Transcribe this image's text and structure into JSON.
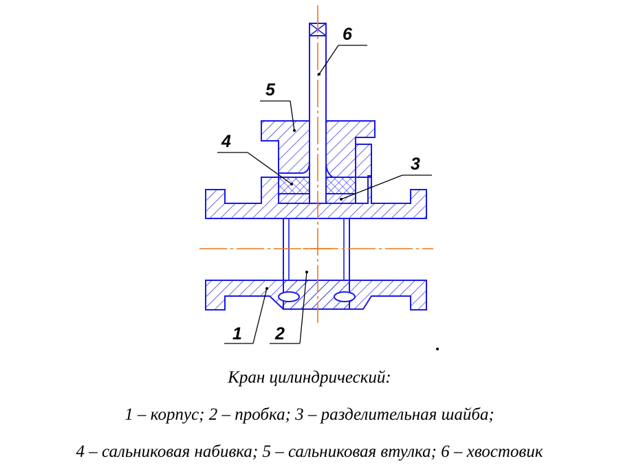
{
  "caption": {
    "title": "Кран цилиндрический:",
    "line2": "1 – корпус; 2 – пробка; 3 – разделительная шайба;",
    "line3": "4 – сальниковая набивка; 5 – сальниковая втулка; 6 – хвостовик"
  },
  "callouts": {
    "c1": "1",
    "c2": "2",
    "c3": "3",
    "c4": "4",
    "c5": "5",
    "c6": "6"
  },
  "colors": {
    "outline": "#1a1ae6",
    "centerline": "#e6781e",
    "leader": "#000000"
  }
}
